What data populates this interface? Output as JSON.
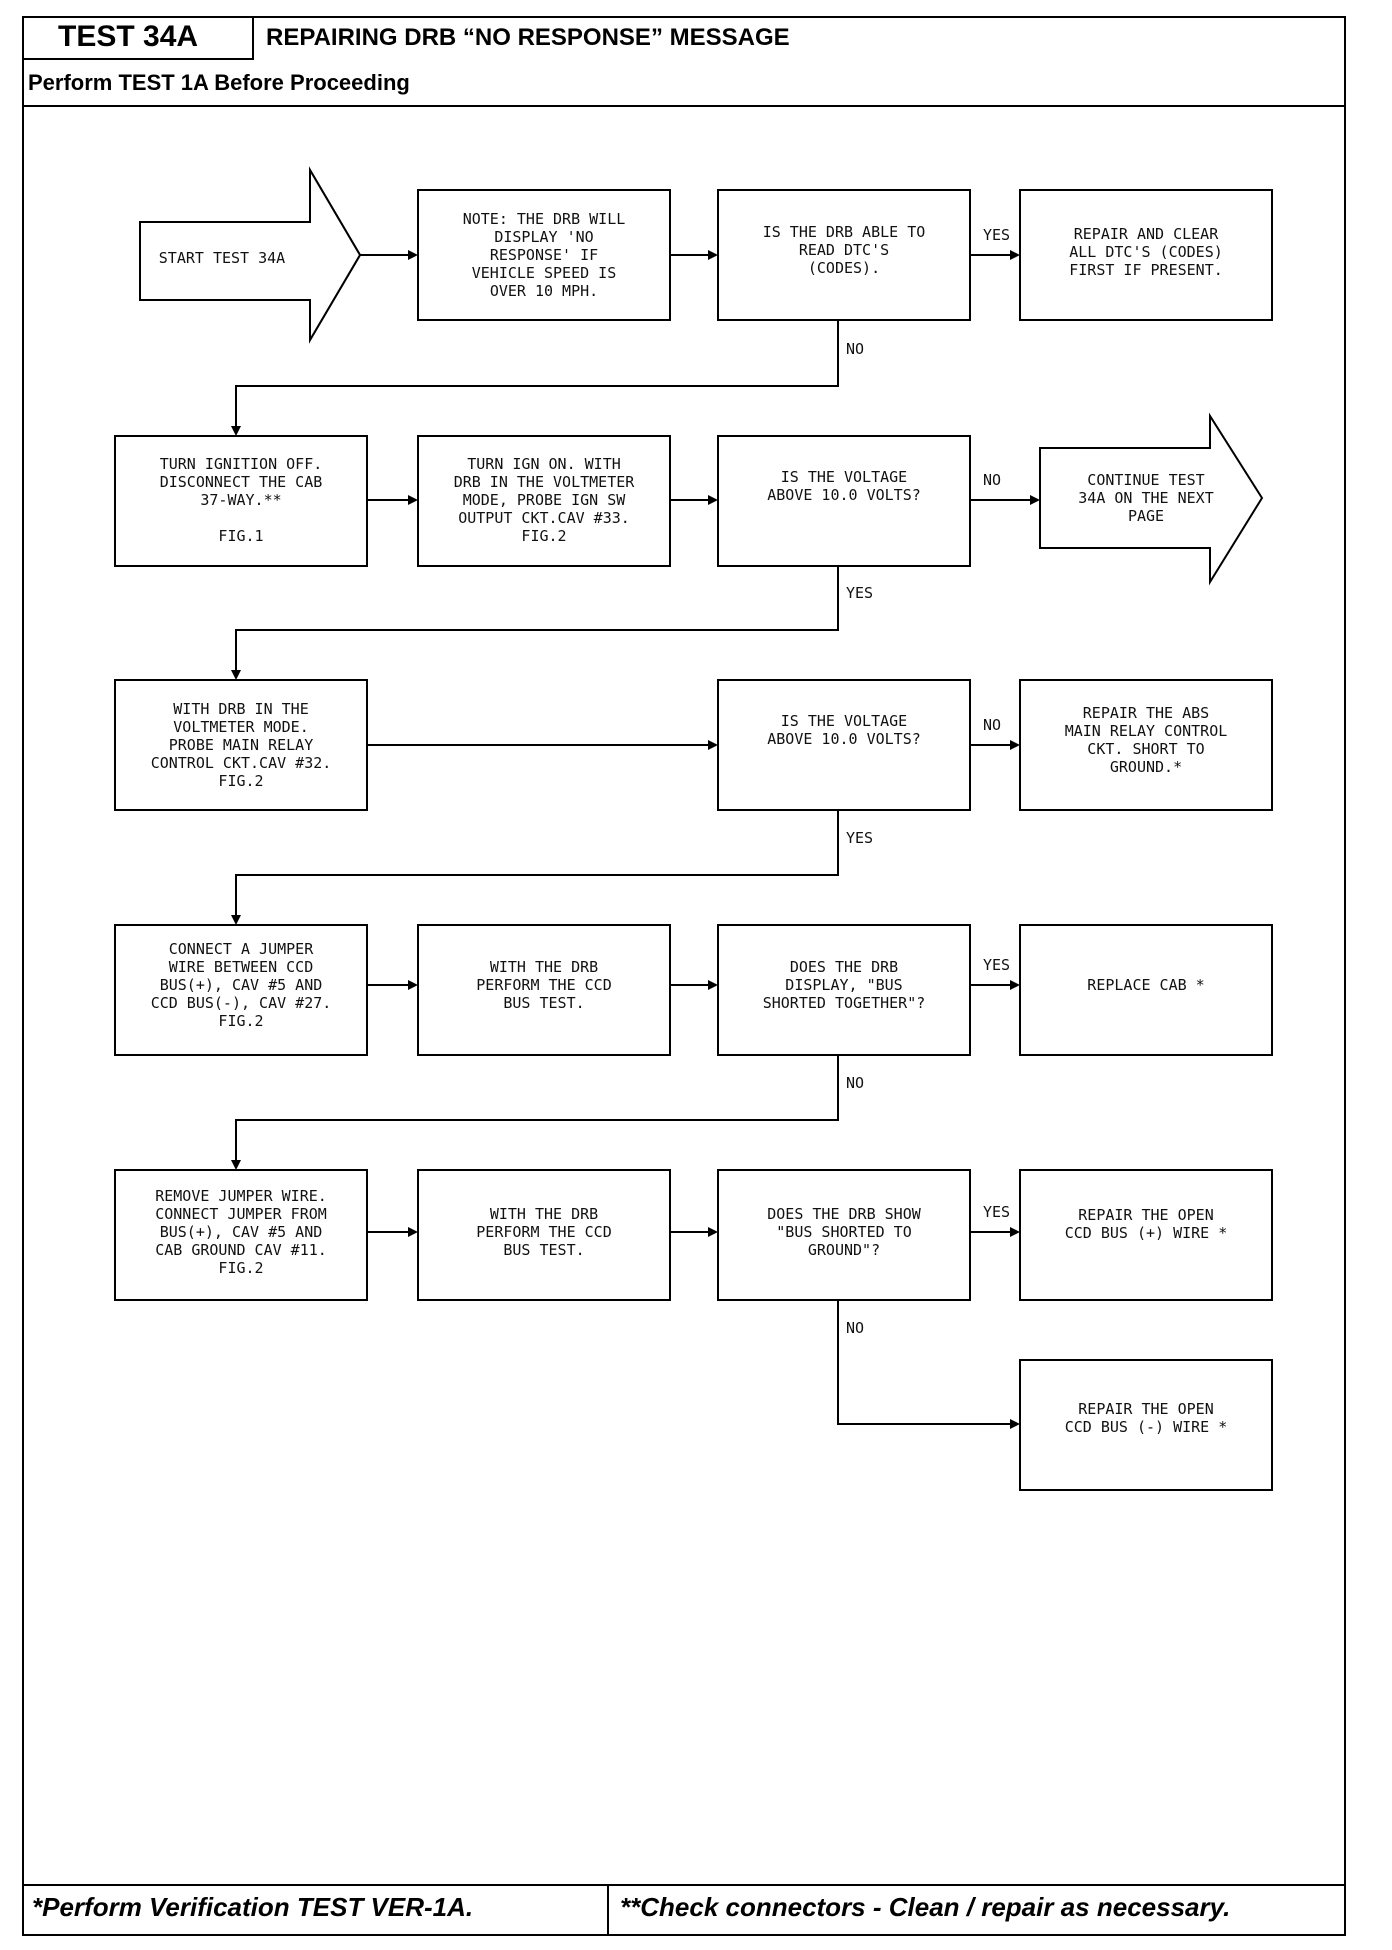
{
  "header": {
    "test_id": "TEST 34A",
    "title": "REPAIRING DRB “NO RESPONSE” MESSAGE",
    "subtitle": "Perform TEST 1A Before Proceeding"
  },
  "nodes": {
    "start": [
      "START TEST 34A"
    ],
    "note": [
      "NOTE: THE DRB WILL",
      "DISPLAY 'NO",
      "RESPONSE' IF",
      "VEHICLE SPEED IS",
      "OVER 10 MPH."
    ],
    "q_read_dtcs": [
      "IS THE DRB ABLE TO",
      "READ DTC'S",
      "(CODES)."
    ],
    "repair_clear_dtcs": [
      "REPAIR AND CLEAR",
      "ALL DTC'S (CODES)",
      "FIRST IF PRESENT."
    ],
    "turn_ign_off": [
      "TURN IGNITION OFF.",
      "DISCONNECT THE CAB",
      "37-WAY.**",
      "",
      "FIG.1"
    ],
    "turn_ign_on": [
      "TURN IGN ON. WITH",
      "DRB IN THE VOLTMETER",
      "MODE, PROBE IGN SW",
      "OUTPUT CKT.CAV #33.",
      "FIG.2"
    ],
    "q_voltage_1": [
      "IS THE VOLTAGE",
      "ABOVE 10.0 VOLTS?"
    ],
    "continue": [
      "CONTINUE TEST",
      "34A ON THE NEXT",
      "PAGE"
    ],
    "with_drb_voltmeter": [
      "WITH DRB IN THE",
      "VOLTMETER MODE.",
      "PROBE MAIN RELAY",
      "CONTROL CKT.CAV #32.",
      "FIG.2"
    ],
    "q_voltage_2": [
      "IS THE VOLTAGE",
      "ABOVE 10.0 VOLTS?"
    ],
    "repair_abs_relay": [
      "REPAIR THE ABS",
      "MAIN RELAY CONTROL",
      "CKT. SHORT TO",
      "GROUND.*"
    ],
    "connect_jumper": [
      "CONNECT A JUMPER",
      "WIRE BETWEEN CCD",
      "BUS(+), CAV #5 AND",
      "CCD BUS(-), CAV #27.",
      "FIG.2"
    ],
    "ccd_test_1": [
      "WITH THE DRB",
      "PERFORM THE CCD",
      "BUS TEST."
    ],
    "q_shorted_together": [
      "DOES THE DRB",
      "DISPLAY, \"BUS",
      "SHORTED TOGETHER\"?"
    ],
    "replace_cab": [
      "REPLACE CAB *"
    ],
    "remove_jumper": [
      "REMOVE JUMPER WIRE.",
      "CONNECT JUMPER FROM",
      "BUS(+), CAV #5 AND",
      "CAB GROUND CAV #11.",
      "FIG.2"
    ],
    "ccd_test_2": [
      "WITH THE DRB",
      "PERFORM THE CCD",
      "BUS TEST."
    ],
    "q_shorted_ground": [
      "DOES THE DRB SHOW",
      "\"BUS SHORTED TO",
      "GROUND\"?"
    ],
    "repair_open_plus": [
      "REPAIR THE OPEN",
      "CCD BUS (+) WIRE *"
    ],
    "repair_open_minus": [
      "REPAIR THE OPEN",
      "CCD BUS (-) WIRE *"
    ]
  },
  "edge_labels": {
    "yes": "YES",
    "no": "NO"
  },
  "footer": {
    "left": "*Perform Verification TEST VER-1A.",
    "right": "**Check connectors - Clean / repair as necessary."
  }
}
